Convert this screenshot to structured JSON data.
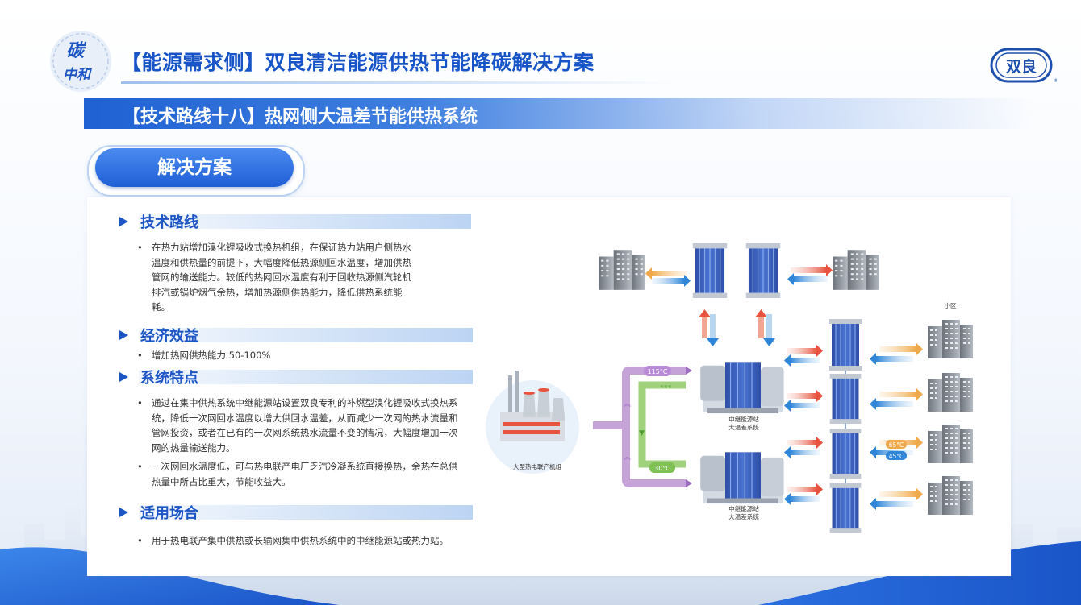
{
  "header": {
    "logo_text": "碳中和",
    "title": "【能源需求侧】双良清洁能源供热节能降碳解决方案",
    "brand_text": "双良"
  },
  "subheader": {
    "title": "【技术路线十八】热网侧大温差节能供热系统"
  },
  "badge": {
    "label": "解决方案"
  },
  "sections": [
    {
      "heading": "技术路线",
      "bullets": [
        "在热力站增加溴化锂吸收式换热机组，在保证热力站用户侧热水温度和供热量的前提下，大幅度降低热源侧回水温度，增加供热管网的输送能力。较低的热网回水温度有利于回收热源侧汽轮机排汽或锅炉烟气余热，增加热源侧供热能力，降低供热系统能耗。"
      ]
    },
    {
      "heading": "经济效益",
      "bullets": [
        "增加热网供热能力 50-100%"
      ]
    },
    {
      "heading": "系统特点",
      "bullets": [
        "通过在集中供热系统中继能源站设置双良专利的补燃型溴化锂吸收式换热系统，降低一次网回水温度以增大供回水温差，从而减少一次网的热水流量和管网投资，或者在已有的一次网系统热水流量不变的情况，大幅度增加一次网的热量输送能力。",
        "一次网回水温度低，可与热电联产电厂乏汽冷凝系统直接换热，余热在总供热量中所占比重大，节能收益大。"
      ]
    },
    {
      "heading": "适用场合",
      "bullets": [
        "用于热电联产集中供热或长输网集中供热系统中的中继能源站或热力站。"
      ]
    }
  ],
  "diagram": {
    "plant_label": "大型热电联产机组",
    "temp_supply": "115°C",
    "temp_return": "30°C",
    "station_label_1": "中继能源站",
    "station_label_2": "大温差系统",
    "community_label": "小区",
    "temp_secondary_supply": "65°C",
    "temp_secondary_return": "45°C"
  },
  "colors": {
    "primary": "#1d56c4",
    "purple": "#c5a3d8",
    "green": "#9fd27a",
    "red": "#e8523f",
    "blue": "#2f86d9"
  }
}
